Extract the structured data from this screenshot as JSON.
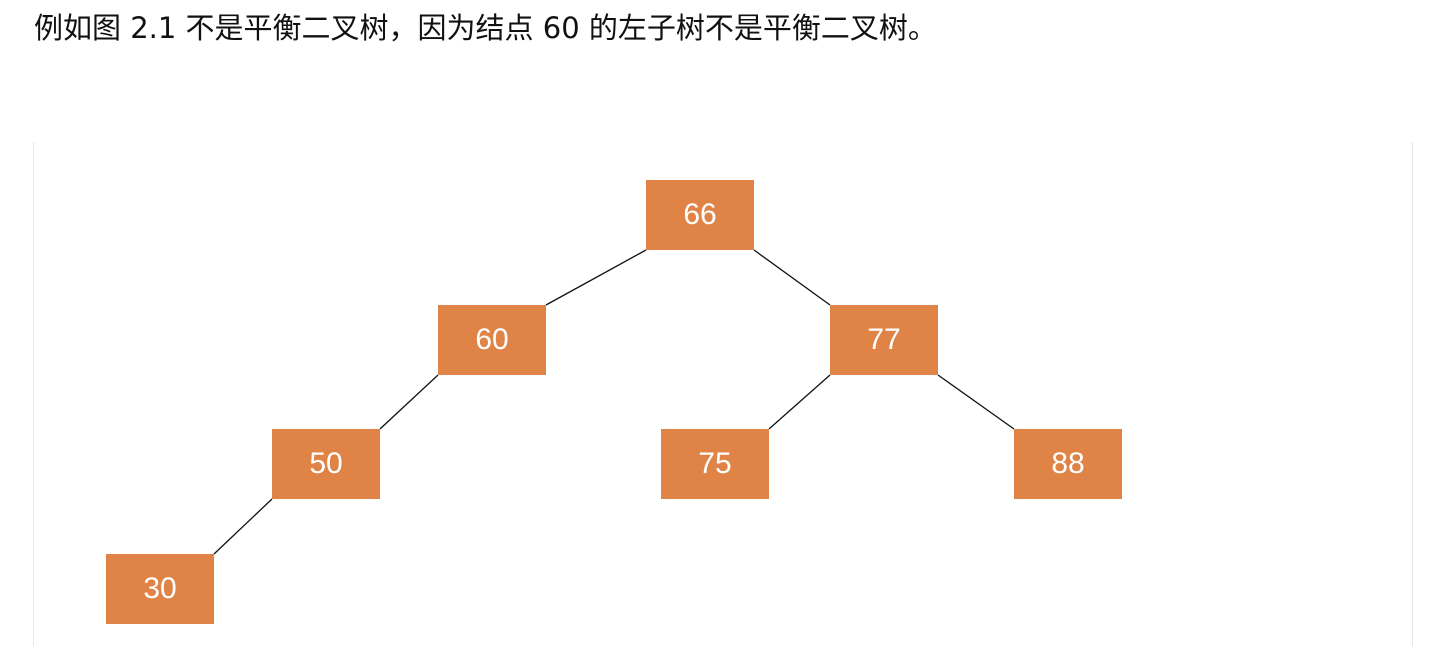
{
  "caption": "例如图 2.1 不是平衡二叉树，因为结点 60 的左子树不是平衡二叉树。",
  "colors": {
    "node_fill": "#df8446",
    "node_text": "#ffffff",
    "edge": "#111111"
  },
  "tree": {
    "nodes": {
      "root": "66",
      "left": "60",
      "right": "77",
      "left_left": "50",
      "right_left": "75",
      "right_right": "88",
      "left_left_left": "30"
    }
  }
}
